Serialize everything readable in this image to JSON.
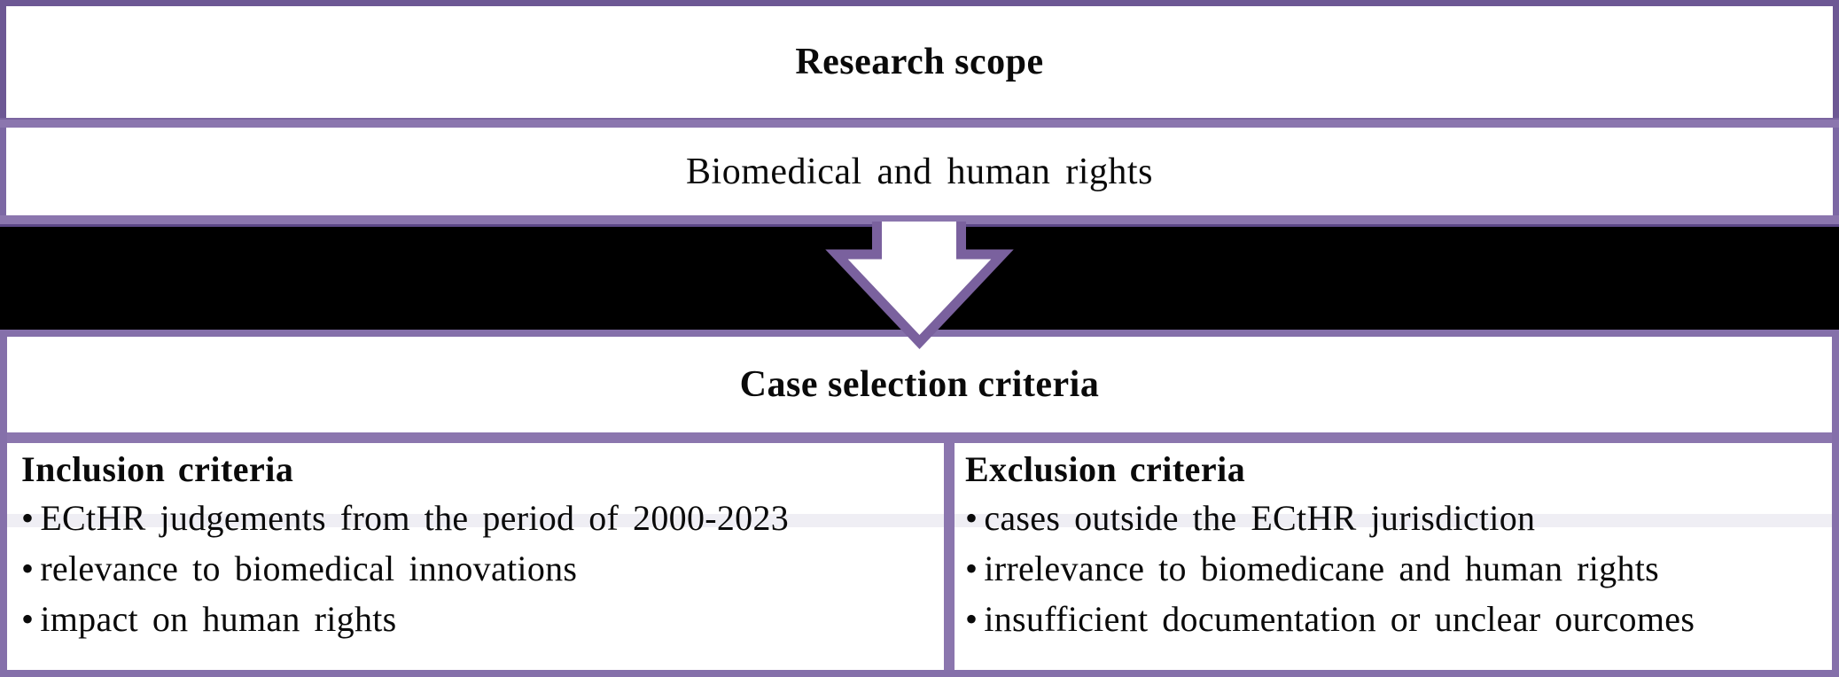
{
  "flow": {
    "research_scope_title": "Research scope",
    "scope_value": "Biomedical and human rights",
    "case_selection_title": "Case selection criteria",
    "inclusion": {
      "heading": "Inclusion criteria",
      "items": [
        "ECtHR judgements from the period of 2000-2023",
        "relevance to biomedical innovations",
        "impact on human rights"
      ]
    },
    "exclusion": {
      "heading": "Exclusion criteria",
      "items": [
        "cases outside the ECtHR jurisdiction",
        "irrelevance to biomedicane and human rights",
        "insufficient documentation or unclear ourcomes"
      ]
    }
  },
  "glyphs": {
    "bullet": "•"
  },
  "colors": {
    "border_dark": "#6d5894",
    "border_light": "#8b76ae",
    "arrow_outline": "#7a619e",
    "arrow_fill": "#ffffff",
    "highlight_stripe": "#efeef4",
    "gap_band": "#000000",
    "box_background": "#ffffff",
    "text": "#000000"
  }
}
